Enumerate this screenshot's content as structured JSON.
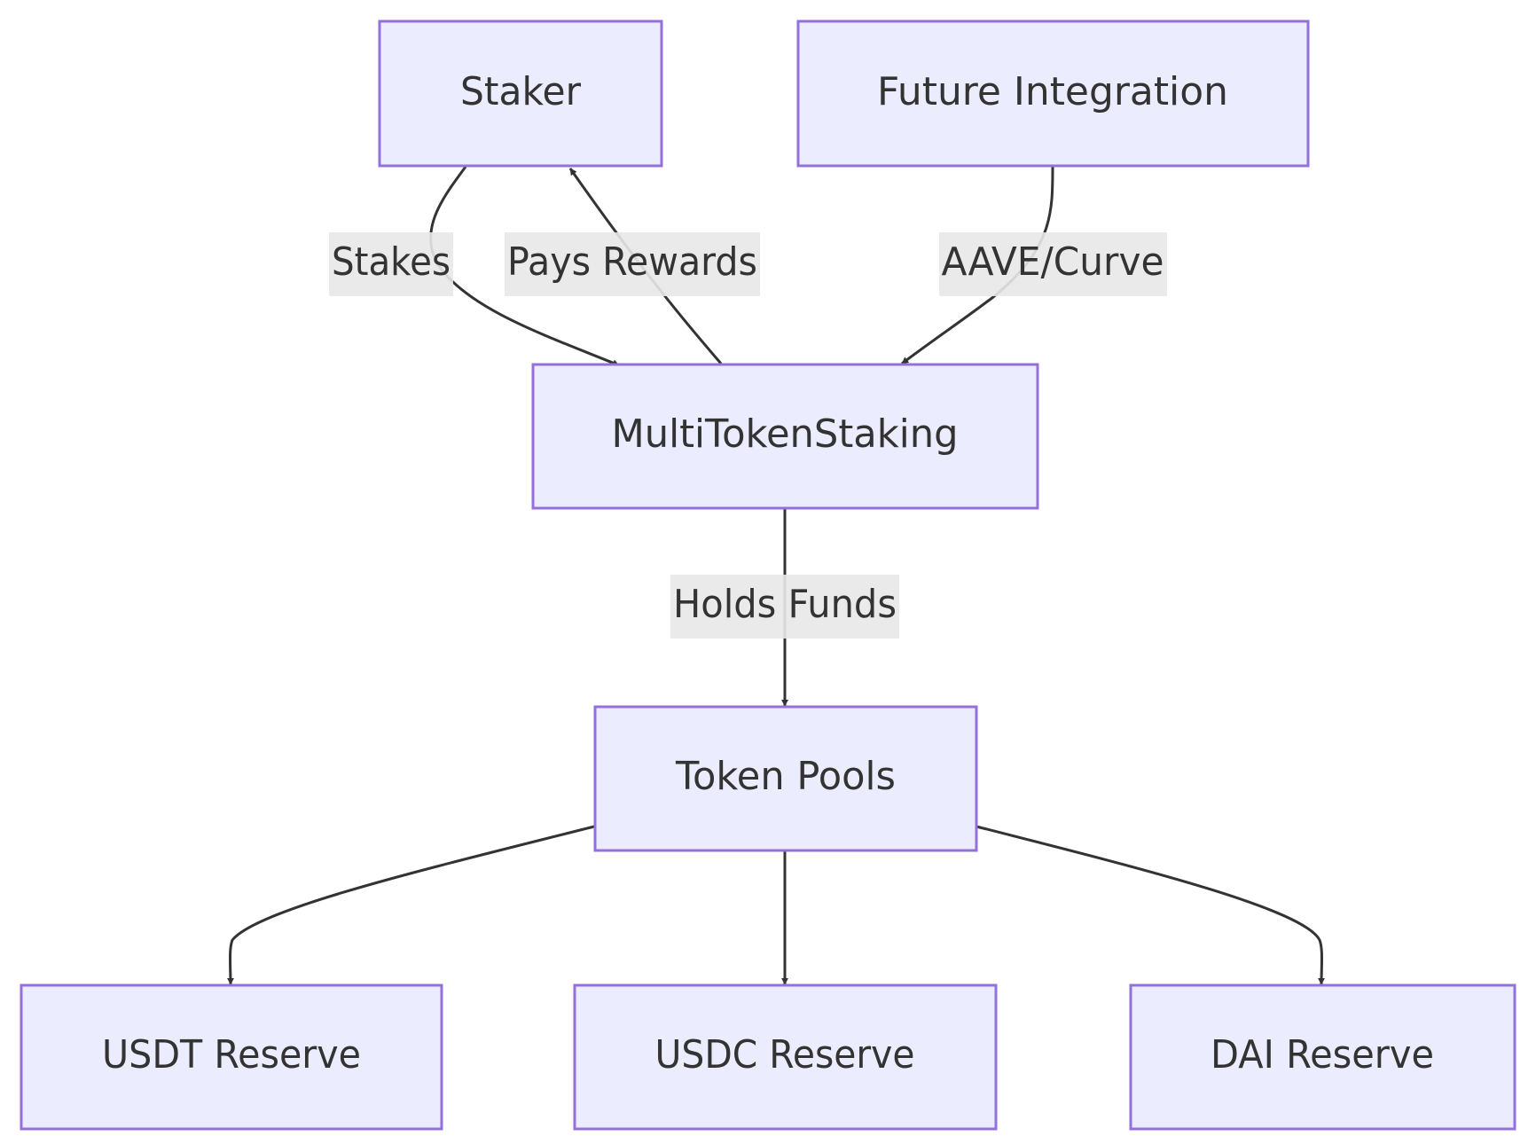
{
  "diagram": {
    "nodes": {
      "staker": "Staker",
      "future_integration": "Future Integration",
      "multitokenstaking": "MultiTokenStaking",
      "token_pools": "Token Pools",
      "usdt_reserve": "USDT Reserve",
      "usdc_reserve": "USDC Reserve",
      "dai_reserve": "DAI Reserve"
    },
    "edges": {
      "stakes": "Stakes",
      "pays_rewards": "Pays Rewards",
      "aave_curve": "AAVE/Curve",
      "holds_funds": "Holds Funds"
    },
    "colors": {
      "node_fill": "#ECECFF",
      "node_border": "#9370DB",
      "edge": "#333333",
      "label_bg": "#E8E8E8",
      "text": "#333333"
    }
  }
}
